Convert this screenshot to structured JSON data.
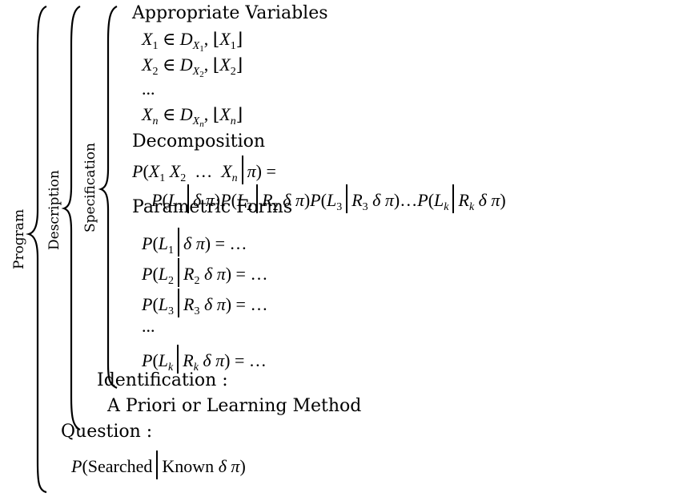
{
  "labels": {
    "program": "Program",
    "description": "Description",
    "specification": "Specification"
  },
  "spec": {
    "variables_heading": "Appropriate Variables",
    "decomposition_heading": "Decomposition",
    "parametric_heading": "Parametric Forms",
    "ellipsis": "..."
  },
  "identification": {
    "heading": "Identification :",
    "method": "A Priori or Learning Method"
  },
  "question": {
    "heading": "Question :",
    "searched": "Searched",
    "known": "Known"
  }
}
